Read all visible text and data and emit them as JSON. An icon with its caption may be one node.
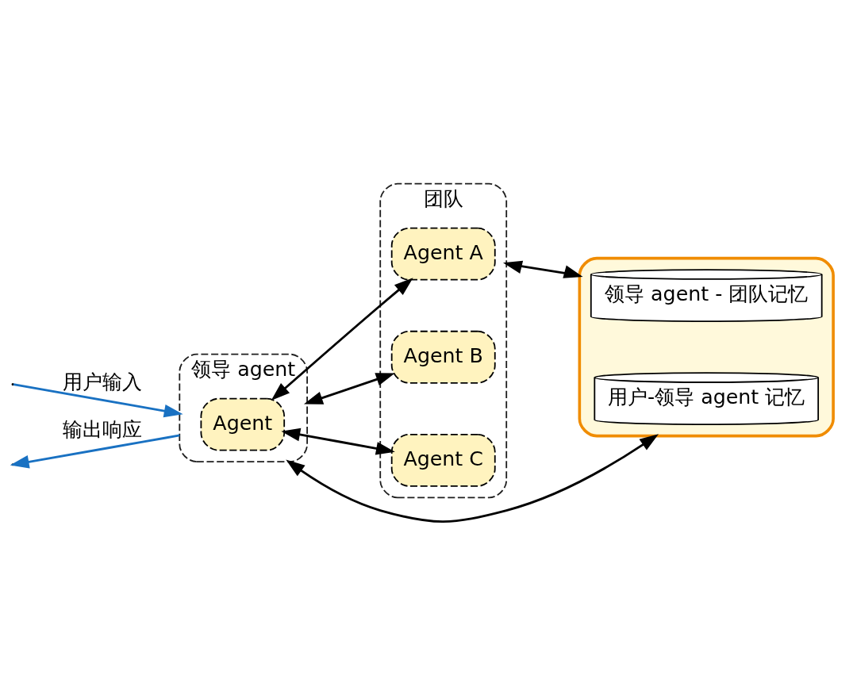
{
  "diagram": {
    "nodes": [
      {
        "text": [
          "领导 agent"
        ]
      },
      {
        "text": [
          "Agent"
        ],
        "in": 0
      },
      {
        "text": [
          "团队"
        ]
      },
      {
        "text": [
          "Agent A"
        ],
        "in": 2
      },
      {
        "text": [
          "Agent B"
        ],
        "in": 2
      },
      {
        "text": [
          "Agent C"
        ],
        "in": 2
      },
      {
        "text": [],
        "shape": "box"
      },
      {
        "text": [
          "用户-领导 agent 记忆"
        ],
        "in": 6
      },
      {
        "text": [
          "领导 agent - 团队记忆"
        ],
        "in": 6
      }
    ],
    "edges": [
      {
        "from": null,
        "to": 0,
        "arrow": "to",
        "label": "用户输入",
        "color": "#1971c2"
      },
      {
        "from": 0,
        "to": null,
        "arrow": "to",
        "label": "输出响应",
        "color": "#1971c2"
      },
      {
        "from": 1,
        "to": 3,
        "arrow": "both"
      },
      {
        "from": 0,
        "to": 4,
        "arrow": "both"
      },
      {
        "from": 1,
        "to": 5,
        "arrow": "both"
      },
      {
        "from": 0,
        "to": 6,
        "arrow": "both"
      },
      {
        "from": 2,
        "to": 6,
        "arrow": "both"
      }
    ]
  }
}
